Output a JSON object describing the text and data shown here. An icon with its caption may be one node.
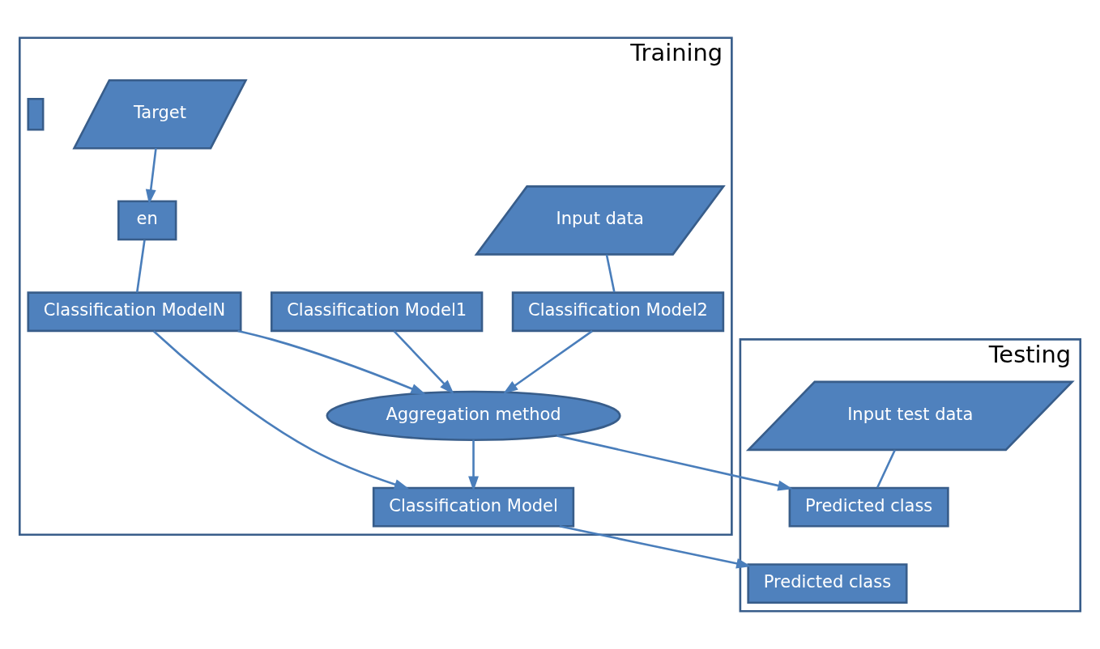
{
  "diagram": {
    "nodes": [
      {
        "text": [
          "Training"
        ]
      },
      {
        "text": [
          "Target"
        ],
        "in": 0
      },
      {
        "text": [
          "en"
        ],
        "in": 0
      },
      {
        "text": [],
        "shape": "box",
        "in": 0
      },
      {
        "text": [
          "Classification Model1"
        ],
        "in": 0
      },
      {
        "text": [
          "Classification Model2"
        ],
        "in": 0
      },
      {
        "text": [
          "Classification ModelN"
        ],
        "in": 0
      },
      {
        "text": [
          "Input data"
        ],
        "in": 0
      },
      {
        "text": [
          "Aggregation method"
        ],
        "in": 0
      },
      {
        "text": [
          "Classification Model"
        ],
        "in": 0
      },
      {
        "text": [
          "Testing"
        ]
      },
      {
        "text": [
          "Input test data"
        ],
        "in": 10
      },
      {
        "text": [
          "Predicted class"
        ],
        "in": 10
      },
      {
        "text": [
          "Predicted class"
        ],
        "in": 10
      }
    ],
    "edges": [
      {
        "from": 1,
        "to": 2,
        "arrow": "to"
      },
      {
        "from": 7,
        "to": 5,
        "arrow": "none"
      },
      {
        "from": 2,
        "to": 6,
        "arrow": "none"
      },
      {
        "from": 4,
        "to": 8,
        "arrow": "to"
      },
      {
        "from": 5,
        "to": 8,
        "arrow": "to"
      },
      {
        "from": 6,
        "to": 8,
        "arrow": "to"
      },
      {
        "from": 6,
        "to": 9,
        "arrow": "to"
      },
      {
        "from": 8,
        "to": 9,
        "arrow": "to"
      },
      {
        "from": 8,
        "to": 12,
        "arrow": "to"
      },
      {
        "from": 11,
        "to": 12,
        "arrow": "none"
      },
      {
        "from": 9,
        "to": 13,
        "arrow": "to"
      }
    ]
  }
}
